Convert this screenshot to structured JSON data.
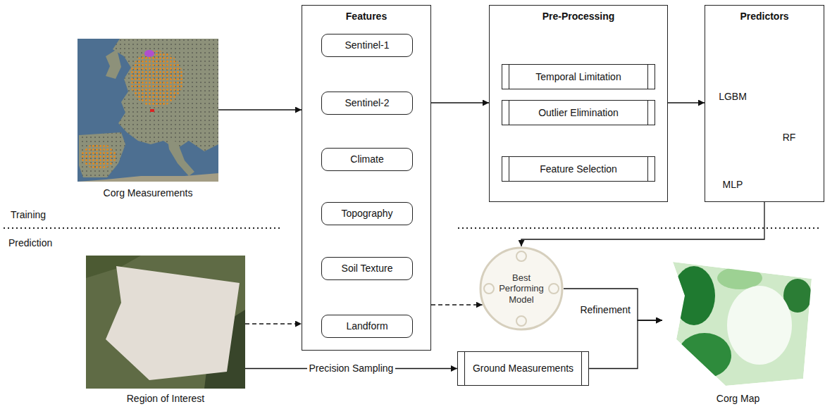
{
  "diagram": {
    "nodes": [
      {
        "text": [
          "Corg Measurements"
        ]
      },
      {
        "text": [
          "Features"
        ]
      },
      {
        "text": [
          "Sentinel-1"
        ],
        "in": 1
      },
      {
        "text": [
          "Sentinel-2"
        ],
        "in": 1
      },
      {
        "text": [
          "Climate"
        ],
        "in": 1
      },
      {
        "text": [
          "Topography"
        ],
        "in": 1
      },
      {
        "text": [
          "Soil Texture"
        ],
        "in": 1
      },
      {
        "text": [
          "Landform"
        ],
        "in": 1
      },
      {
        "text": [
          "Pre-Processing"
        ]
      },
      {
        "text": [
          "Temporal Limitation"
        ],
        "in": 8
      },
      {
        "text": [
          "Outlier Elimination"
        ],
        "in": 8
      },
      {
        "text": [
          "Feature Selection"
        ],
        "in": 8
      },
      {
        "text": [
          "Predictors"
        ]
      },
      {
        "text": [
          "Region of Interest"
        ]
      },
      {
        "text": [
          "Best Performing Model"
        ]
      },
      {
        "text": [
          "Ground Measurements"
        ]
      },
      {
        "text": [
          "Corg Map"
        ]
      }
    ],
    "edges": [
      {
        "from": 0,
        "to": 1,
        "arrow": "to"
      },
      {
        "from": 1,
        "to": 8,
        "arrow": "to"
      },
      {
        "from": 9,
        "to": 10,
        "arrow": "to"
      },
      {
        "from": 10,
        "to": 11,
        "arrow": "to"
      },
      {
        "from": 8,
        "to": 12,
        "arrow": "to"
      },
      {
        "from": 12,
        "to": 14,
        "arrow": "to"
      },
      {
        "from": 13,
        "to": 1,
        "arrow": "to"
      },
      {
        "from": 1,
        "to": 14,
        "arrow": "to"
      },
      {
        "from": 13,
        "to": 15,
        "label": "Precision Sampling",
        "arrow": "to"
      },
      {
        "from": 14,
        "to": 16,
        "arrow": "to"
      },
      {
        "from": 15,
        "to": 16,
        "label": "Refinement",
        "arrow": "to"
      }
    ],
    "labels": [
      "Training",
      "Prediction",
      "LGBM",
      "RF",
      "MLP"
    ]
  }
}
